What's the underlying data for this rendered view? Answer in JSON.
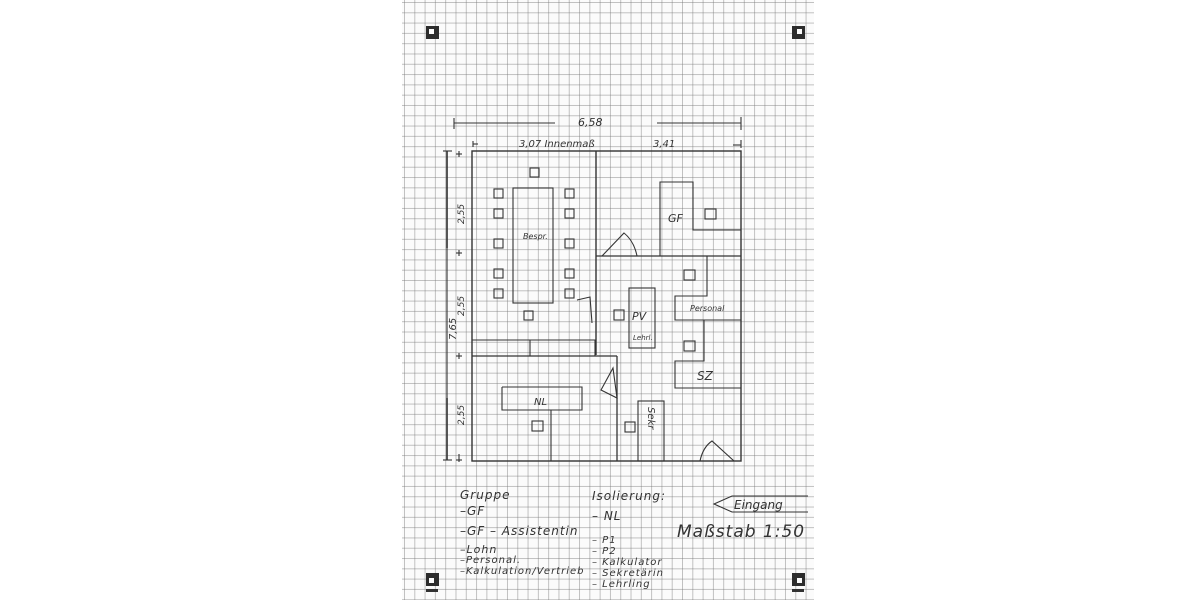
{
  "plan": {
    "scale_label": "Maßstab 1:50",
    "entrance_label": "Eingang",
    "dimensions": {
      "total_width": "6,58",
      "left_width": "3,07 Innenmaß",
      "right_width": "3,41",
      "total_height": "7,65",
      "segment_1": "2,55",
      "segment_2": "2,55",
      "segment_3": "2,55"
    },
    "rooms": {
      "meeting": "Bespr.",
      "gf": "GF",
      "pv": "PV",
      "pv_sub": "Lehrl.",
      "personal": "Personal",
      "sz": "SZ",
      "nl": "NL",
      "sekr": "Sekr"
    }
  },
  "legend": {
    "group": {
      "title": "Gruppe",
      "items": [
        "–GF",
        "–GF – Assistentin",
        "–Lohn",
        "–Personal.",
        "–Kalkulation/Vertrieb"
      ]
    },
    "isolation": {
      "title": "Isolierung:",
      "items": [
        "– NL",
        "– P1",
        "– P2",
        "– Kalkulator",
        "– Sekretärin",
        "– Lehrling"
      ]
    }
  },
  "colors": {
    "ink": "#333333",
    "paper": "#fbfbfb",
    "grid": "#8a8a8a"
  }
}
